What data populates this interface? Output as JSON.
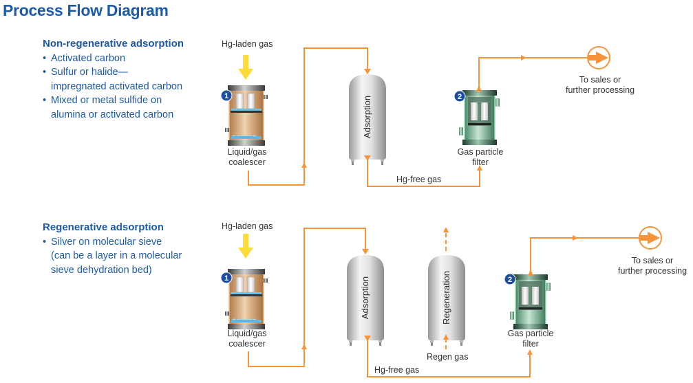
{
  "title": "Process Flow Diagram",
  "colors": {
    "title": "#1d5aa8",
    "pipe": "#f7943a",
    "feed_arrow": "#fddc3a",
    "badge": "#1d4f9c",
    "coalescer_body": "#d9b184",
    "filter_body": "#8fc4a6",
    "vessel": "#d8d8d8"
  },
  "sections": [
    {
      "heading": "Non-regenerative adsorption",
      "items": [
        {
          "bullet": "•",
          "lines": [
            "Activated carbon"
          ]
        },
        {
          "bullet": "•",
          "lines": [
            "Sulfur or halide—",
            "impregnated activated carbon"
          ]
        },
        {
          "bullet": "•",
          "lines": [
            "Mixed or metal sulfide on",
            "alumina or activated carbon"
          ]
        }
      ],
      "diagram": {
        "feed_label": "Hg-laden gas",
        "coalescer": {
          "badge": "1",
          "label_lines": [
            "Liquid/gas",
            "coalescer"
          ]
        },
        "adsorption_vessel": {
          "label": "Adsorption"
        },
        "hg_free_label": "Hg-free gas",
        "filter": {
          "badge": "2",
          "label_lines": [
            "Gas particle",
            "filter"
          ]
        },
        "outlet_lines": [
          "To sales or",
          "further processing"
        ]
      }
    },
    {
      "heading": "Regenerative adsorption",
      "items": [
        {
          "bullet": "•",
          "lines": [
            "Silver on molecular sieve",
            "(can be a layer in a molecular",
            "sieve dehydration bed)"
          ]
        }
      ],
      "diagram": {
        "feed_label": "Hg-laden gas",
        "coalescer": {
          "badge": "1",
          "label_lines": [
            "Liquid/gas",
            "coalescer"
          ]
        },
        "adsorption_vessel": {
          "label": "Adsorption"
        },
        "regeneration_vessel": {
          "label": "Regeneration"
        },
        "regen_gas_label": "Regen gas",
        "hg_free_label": "Hg-free gas",
        "filter": {
          "badge": "2",
          "label_lines": [
            "Gas particle",
            "filter"
          ]
        },
        "outlet_lines": [
          "To sales or",
          "further processing"
        ]
      }
    }
  ]
}
